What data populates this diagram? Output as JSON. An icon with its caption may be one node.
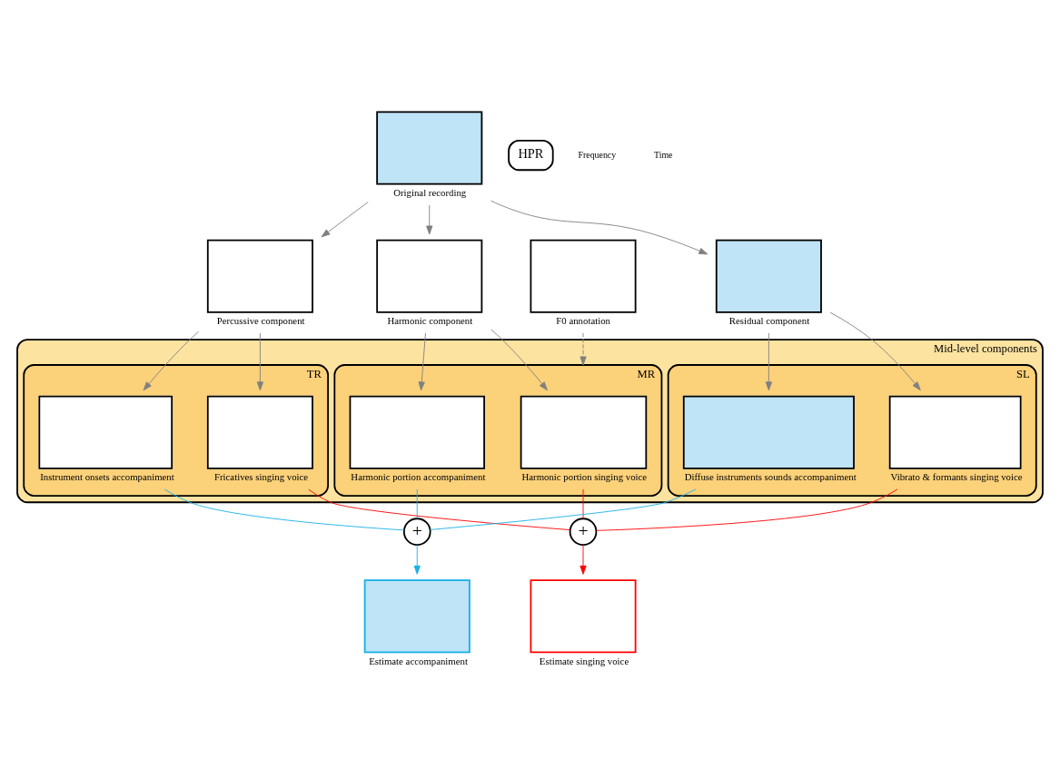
{
  "diagram": {
    "nodes": [
      {
        "text": [
          "Original recording"
        ]
      },
      {
        "text": [
          "HPR"
        ]
      },
      {
        "text": [
          "F0 annotation"
        ]
      },
      {
        "text": [
          "Harmonic component"
        ]
      },
      {
        "text": [
          "Percussive component"
        ]
      },
      {
        "text": [
          "Residual component"
        ]
      },
      {
        "text": [
          "Mid-level components"
        ]
      },
      {
        "text": [
          "MR"
        ],
        "in": 6
      },
      {
        "text": [
          "TR"
        ],
        "in": 6
      },
      {
        "text": [
          "SL"
        ],
        "in": 6
      },
      {
        "text": [
          "Harmonic portion singing voice"
        ],
        "in": 7
      },
      {
        "text": [
          "Harmonic portion accompaniment"
        ],
        "in": 7
      },
      {
        "text": [
          "Fricatives singing voice"
        ],
        "in": 8
      },
      {
        "text": [
          "Instrument onsets accompaniment"
        ],
        "in": 8
      },
      {
        "text": [
          "Vibrato & formants singing voice"
        ],
        "in": 9
      },
      {
        "text": [
          "Diffuse instruments sounds accompaniment"
        ],
        "in": 9
      },
      {
        "text": [
          "+"
        ]
      },
      {
        "text": [
          "+"
        ]
      },
      {
        "text": [
          "Estimate singing voice"
        ]
      },
      {
        "text": [
          "Estimate accompaniment"
        ]
      }
    ],
    "edges": [
      {
        "from": 0,
        "to": 3,
        "arrow": "to"
      },
      {
        "from": 0,
        "to": 4,
        "arrow": "to"
      },
      {
        "from": 0,
        "to": 5,
        "arrow": "to"
      },
      {
        "from": 2,
        "to": 7,
        "arrow": "to",
        "style": "dashed"
      },
      {
        "from": 3,
        "to": 10,
        "arrow": "to"
      },
      {
        "from": 3,
        "to": 11,
        "arrow": "to"
      },
      {
        "from": 4,
        "to": 12,
        "arrow": "to"
      },
      {
        "from": 4,
        "to": 13,
        "arrow": "to"
      },
      {
        "from": 5,
        "to": 14,
        "arrow": "to"
      },
      {
        "from": 5,
        "to": 15,
        "arrow": "to"
      },
      {
        "from": 10,
        "to": 16,
        "arrow": "none",
        "color": "#ff0000"
      },
      {
        "from": 12,
        "to": 16,
        "arrow": "none",
        "color": "#ff0000"
      },
      {
        "from": 14,
        "to": 16,
        "arrow": "none",
        "color": "#ff0000"
      },
      {
        "from": 11,
        "to": 17,
        "arrow": "none",
        "color": "#1ab0e8"
      },
      {
        "from": 13,
        "to": 17,
        "arrow": "none",
        "color": "#1ab0e8"
      },
      {
        "from": 15,
        "to": 17,
        "arrow": "none",
        "color": "#1ab0e8"
      },
      {
        "from": 16,
        "to": 18,
        "arrow": "to",
        "color": "#ff0000"
      },
      {
        "from": 17,
        "to": 19,
        "arrow": "to",
        "color": "#1ab0e8"
      }
    ],
    "labels": [
      "Frequency",
      "Time"
    ]
  }
}
